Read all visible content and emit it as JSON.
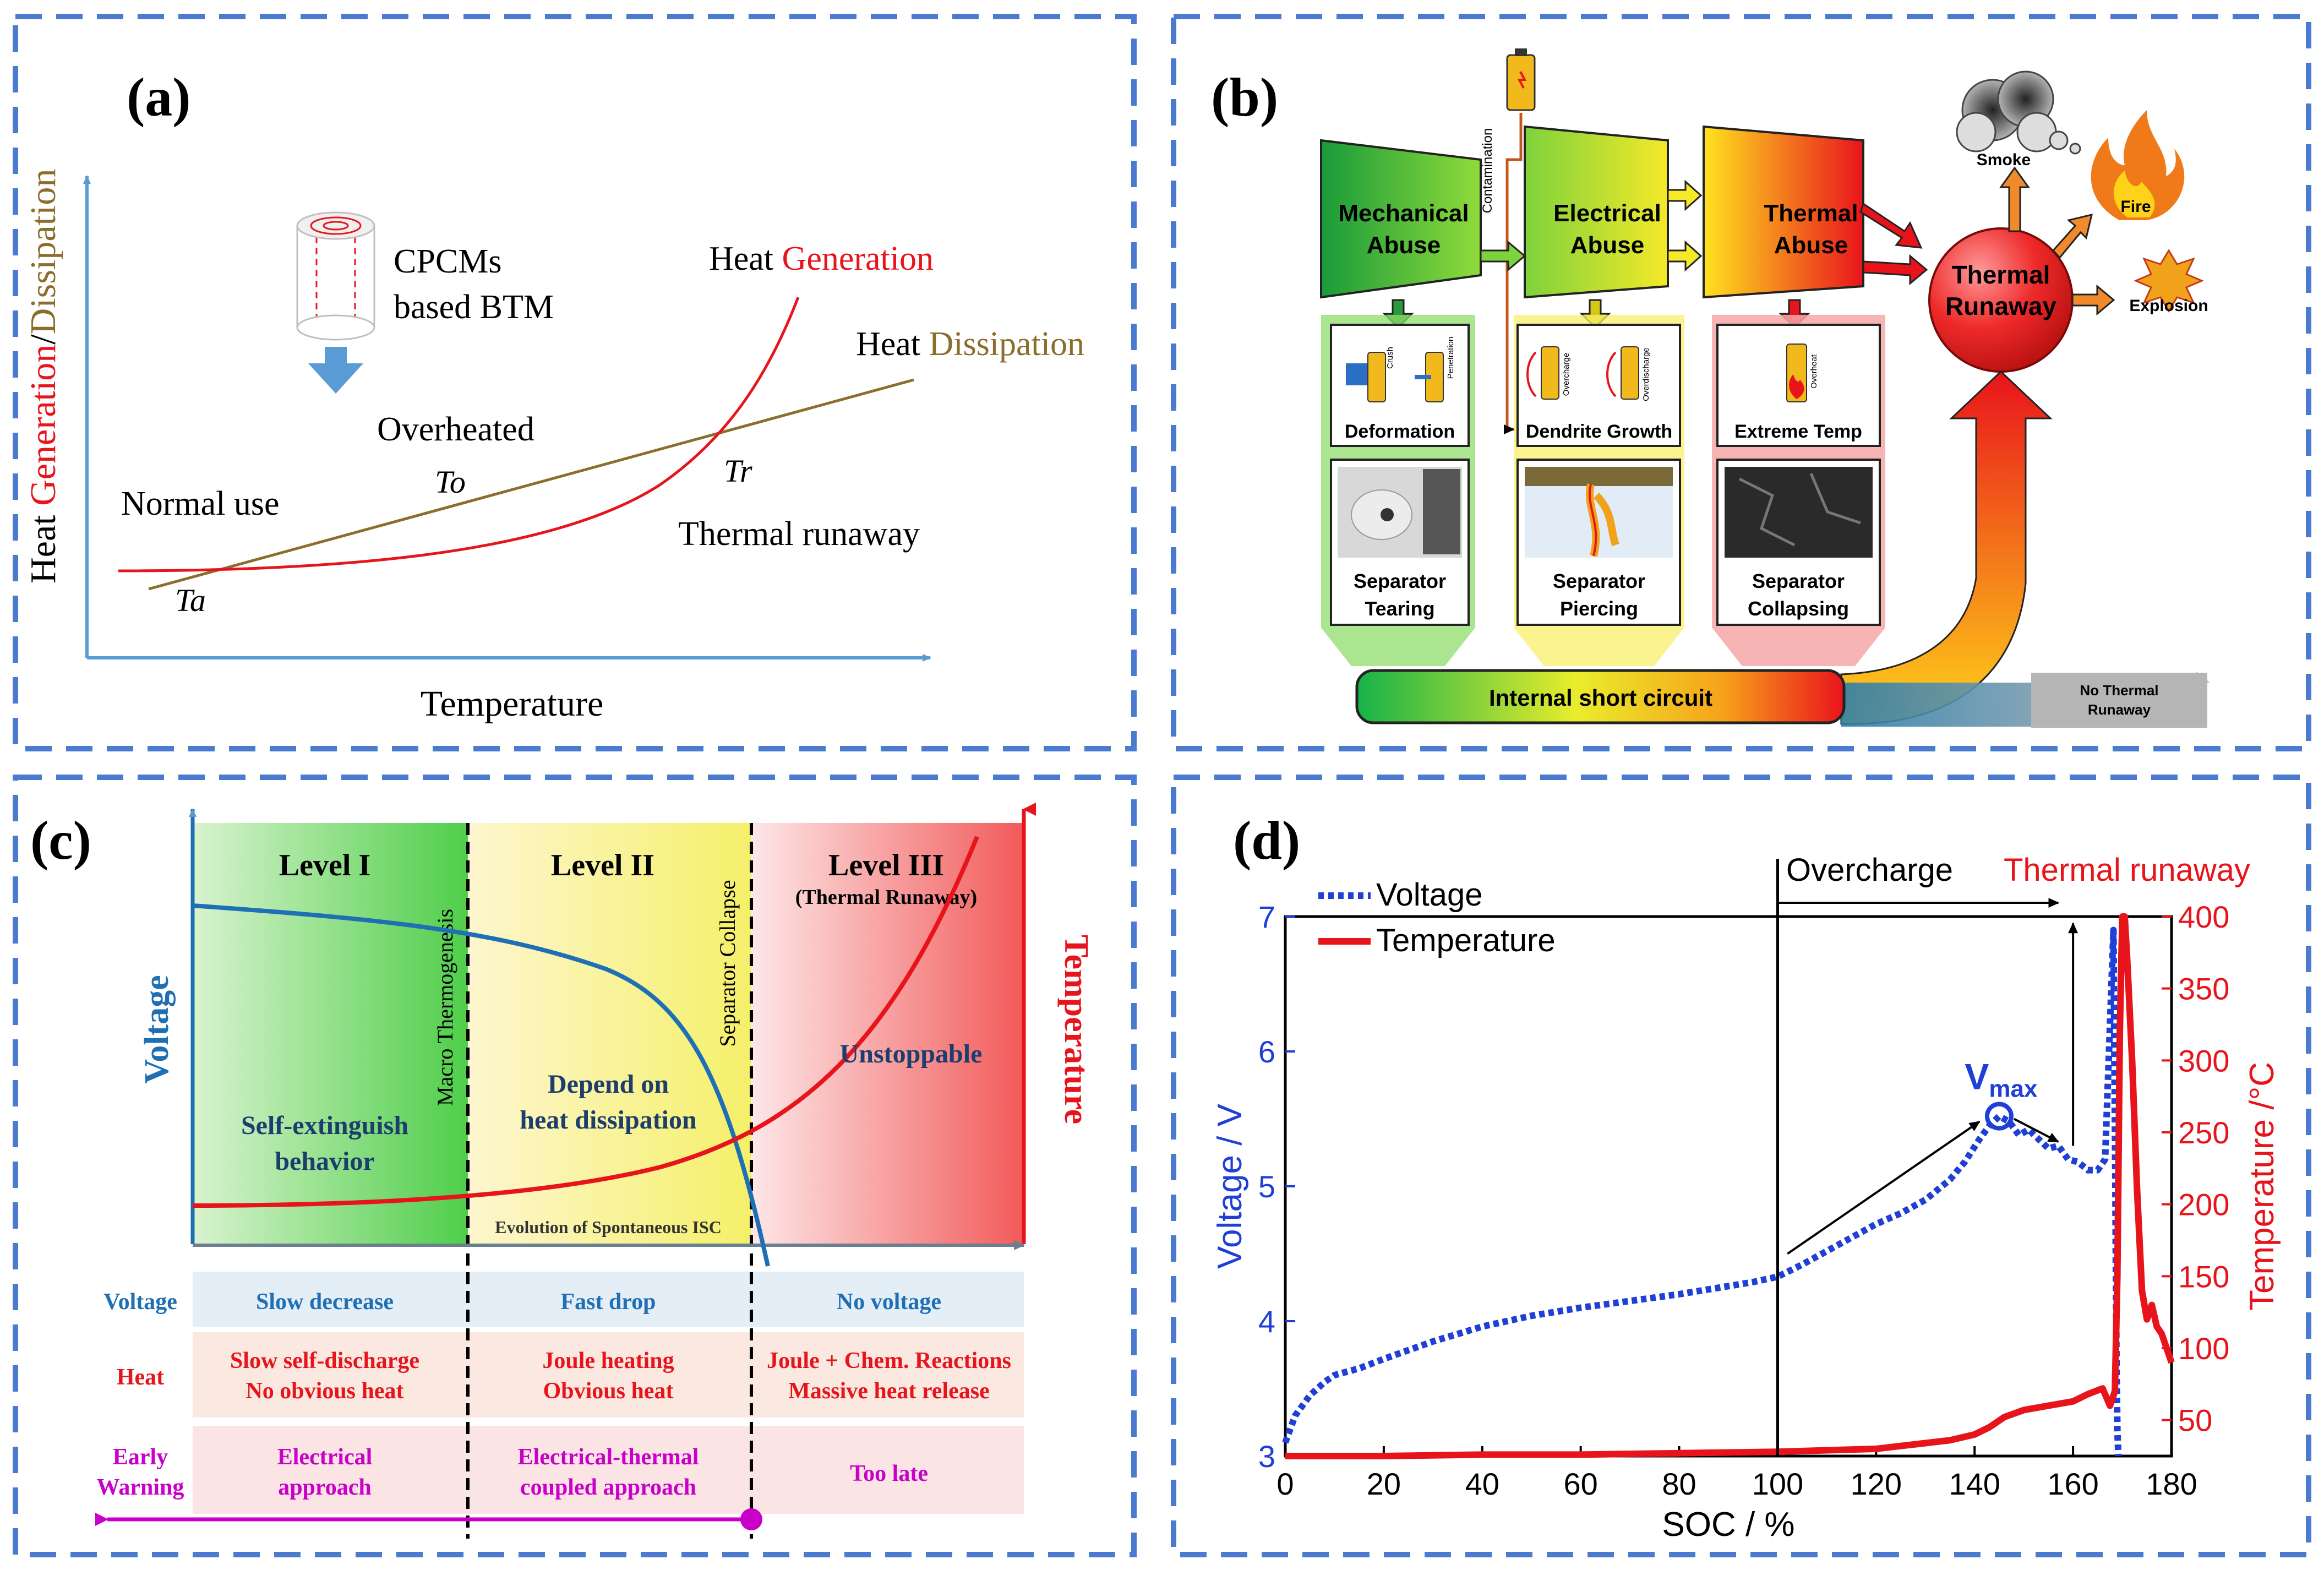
{
  "colors": {
    "frame": "#4a7bd0",
    "generation": "#e8141b",
    "dissipation": "#8b6d2c",
    "voltage": "#1f3fd6",
    "temperature": "#e8141b",
    "axis_blue": "#5b9bd5",
    "panel_c_voltage": "#1f6fb5",
    "magenta": "#c800c8"
  },
  "panel_a": {
    "label": "(a)",
    "ylabel_prefix": "Heat ",
    "ylabel_generation": "Generation",
    "ylabel_sep": "/",
    "ylabel_dissipation": "Dissipation",
    "xlabel": "Temperature",
    "cpcm_line1": "CPCMs",
    "cpcm_line2": "based BTM",
    "overheated": "Overheated",
    "normal_use": "Normal use",
    "thermal_runaway": "Thermal runaway",
    "heat_gen_prefix": "Heat ",
    "heat_gen_word": "Generation",
    "heat_dis_prefix": "Heat ",
    "heat_dis_word": "Dissipation",
    "ta": "Ta",
    "to": "To",
    "tr": "Tr"
  },
  "panel_b": {
    "label": "(b)",
    "contamination": "Contamination",
    "mechanical": [
      "Mechanical",
      "Abuse"
    ],
    "electrical": [
      "Electrical",
      "Abuse"
    ],
    "thermal": [
      "Thermal",
      "Abuse"
    ],
    "runaway": [
      "Thermal",
      "Runaway"
    ],
    "smoke": "Smoke",
    "fire": "Fire",
    "explosion": "Explosion",
    "crush": "Crush",
    "penetration": "Penetration",
    "overcharge": "Overcharge",
    "overdischarge": "Overdischarge",
    "overheat": "Overheat",
    "deformation": "Deformation",
    "dendrite": "Dendrite Growth",
    "extreme_temp": "Extreme Temp",
    "sep_tearing": [
      "Separator",
      "Tearing"
    ],
    "sep_piercing": [
      "Separator",
      "Piercing"
    ],
    "sep_collapsing": [
      "Separator",
      "Collapsing"
    ],
    "isc": "Internal short circuit",
    "no_runaway": [
      "No Thermal",
      "Runaway"
    ]
  },
  "panel_c": {
    "label": "(c)",
    "level1": "Level I",
    "level2": "Level II",
    "level3": "Level III",
    "level3_sub": "(Thermal Runaway)",
    "macro": "Macro Thermogenesis",
    "sep_collapse": "Separator Collapse",
    "self_ext": [
      "Self-extinguish",
      "behavior"
    ],
    "depend": [
      "Depend on",
      "heat dissipation"
    ],
    "unstoppable": "Unstoppable",
    "evolution": "Evolution of Spontaneous ISC",
    "y_left": "Voltage",
    "y_right": "Temperature",
    "row_voltage": "Voltage",
    "row_heat": "Heat",
    "row_early": [
      "Early",
      "Warning"
    ],
    "v1": "Slow decrease",
    "v2": "Fast drop",
    "v3": "No voltage",
    "h1": [
      "Slow self-discharge",
      "No obvious heat"
    ],
    "h2": [
      "Joule heating",
      "Obvious heat"
    ],
    "h3": [
      "Joule + Chem. Reactions",
      "Massive heat release"
    ],
    "e1": [
      "Electrical",
      "approach"
    ],
    "e2": [
      "Electrical-thermal",
      "coupled approach"
    ],
    "e3": "Too late"
  },
  "panel_d": {
    "label": "(d)",
    "legend_voltage": "Voltage",
    "legend_temperature": "Temperature",
    "overcharge": "Overcharge",
    "thermal_runaway": "Thermal runaway",
    "vmax_main": "V",
    "vmax_sub": "max",
    "xlabel": "SOC / %",
    "ylabel_left": "Voltage / V",
    "ylabel_right": "Temperature /°C"
  },
  "chart_data": {
    "type": "line",
    "xlabel": "SOC / %",
    "ylabel": "Voltage / V",
    "y2label": "Temperature /°C",
    "xlim": [
      0,
      180
    ],
    "ylim": [
      3,
      7
    ],
    "y2lim": [
      25,
      400
    ],
    "xticks": [
      0,
      20,
      40,
      60,
      80,
      100,
      120,
      140,
      160,
      180
    ],
    "yticks": [
      3,
      4,
      5,
      6,
      7
    ],
    "y2ticks": [
      50,
      100,
      150,
      200,
      250,
      300,
      350,
      400
    ],
    "series": [
      {
        "name": "Voltage",
        "axis": "left",
        "style": "dotted",
        "x": [
          0,
          2,
          5,
          8,
          10,
          15,
          20,
          30,
          40,
          50,
          60,
          70,
          80,
          90,
          95,
          100,
          105,
          110,
          115,
          120,
          125,
          130,
          135,
          138,
          141,
          143,
          145,
          147,
          149,
          151,
          153,
          155,
          157,
          159,
          161,
          163,
          165,
          166.5,
          167.5,
          168.2,
          168.6,
          168.8,
          169,
          169.2
        ],
        "y": [
          3.1,
          3.3,
          3.45,
          3.55,
          3.6,
          3.65,
          3.72,
          3.85,
          3.96,
          4.04,
          4.1,
          4.15,
          4.2,
          4.26,
          4.29,
          4.33,
          4.42,
          4.52,
          4.62,
          4.72,
          4.8,
          4.9,
          5.05,
          5.18,
          5.35,
          5.45,
          5.52,
          5.48,
          5.38,
          5.42,
          5.35,
          5.28,
          5.3,
          5.2,
          5.18,
          5.12,
          5.12,
          5.2,
          6.2,
          6.9,
          5.0,
          3.8,
          3.2,
          3.0
        ]
      },
      {
        "name": "Temperature",
        "axis": "right",
        "style": "solid",
        "x": [
          0,
          20,
          40,
          60,
          80,
          100,
          110,
          120,
          125,
          130,
          135,
          140,
          143,
          146,
          150,
          155,
          160,
          163,
          166,
          167.5,
          168.5,
          169,
          169.5,
          170,
          170.5,
          171,
          172,
          173,
          174,
          175,
          176,
          177,
          178,
          179,
          180
        ],
        "y": [
          25,
          25,
          26,
          26,
          27,
          28,
          29,
          30,
          32,
          34,
          36,
          40,
          45,
          52,
          57,
          60,
          63,
          68,
          72,
          60,
          70,
          150,
          320,
          400,
          400,
          370,
          300,
          210,
          140,
          120,
          130,
          115,
          110,
          100,
          90
        ]
      }
    ],
    "annotations": [
      "Overcharge",
      "Thermal runaway",
      "Vmax"
    ]
  }
}
